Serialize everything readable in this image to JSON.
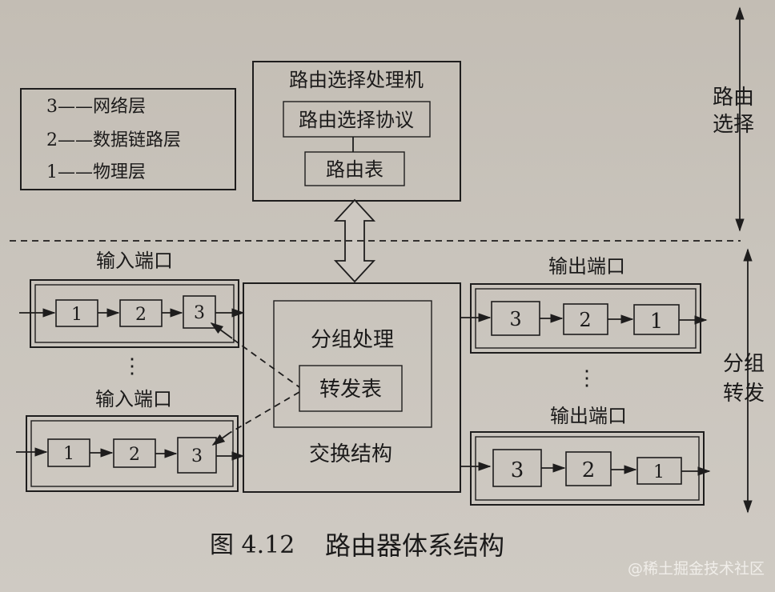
{
  "legend": {
    "items": [
      "3——网络层",
      "2——数据链路层",
      "1——物理层"
    ]
  },
  "routing_processor": {
    "title": "路由选择处理机",
    "protocol": "路由选择协议",
    "table": "路由表"
  },
  "side_labels": {
    "routing_line1": "路由",
    "routing_line2": "选择",
    "forwarding_line1": "分组",
    "forwarding_line2": "转发"
  },
  "ports": {
    "input_label": "输入端口",
    "output_label": "输出端口",
    "input_cells": [
      "1",
      "2",
      "3"
    ],
    "output_cells": [
      "3",
      "2",
      "1"
    ],
    "ellipsis": "⋮"
  },
  "switch_fabric": {
    "packet_processing": "分组处理",
    "forwarding_table": "转发表",
    "label": "交换结构"
  },
  "caption": {
    "figure_no": "图 4.12",
    "title": "路由器体系结构"
  },
  "watermark": "@稀土掘金技术社区"
}
